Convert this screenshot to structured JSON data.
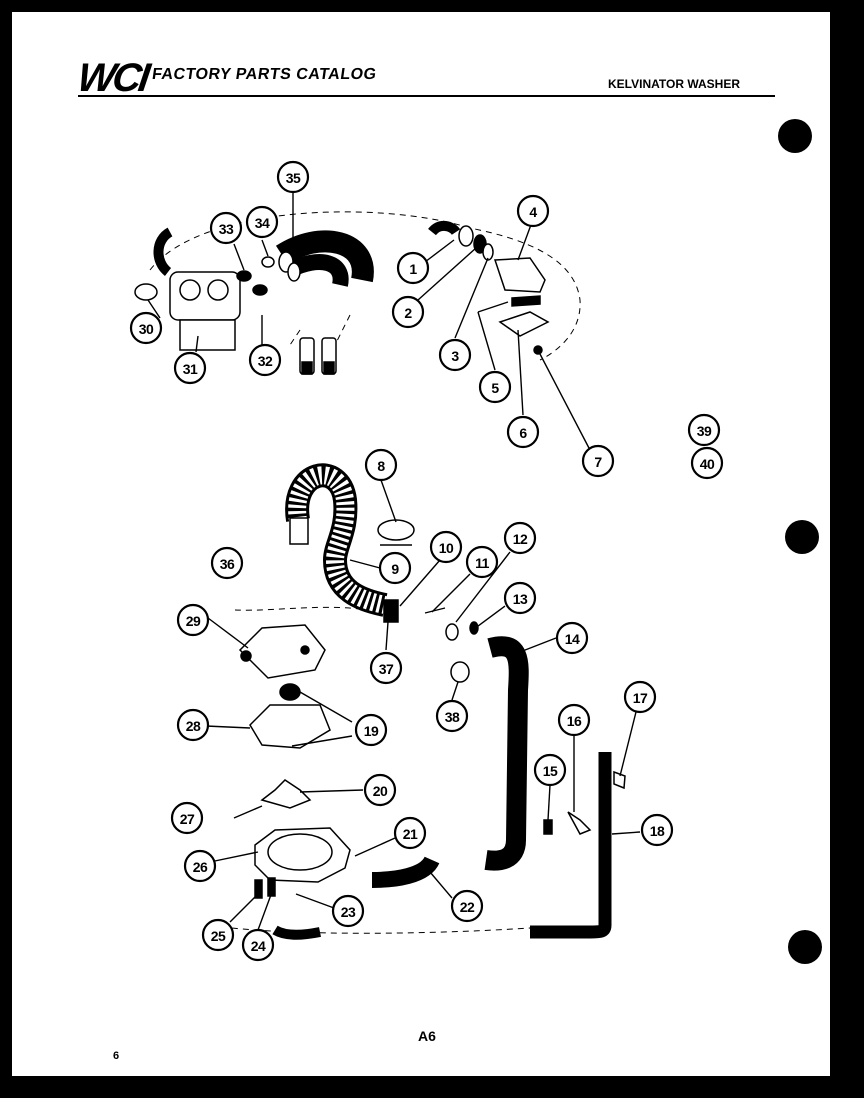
{
  "header": {
    "logo_text": "WCI",
    "catalog_title": "FACTORY PARTS CATALOG",
    "model_title": "KELVINATOR WASHER"
  },
  "footer": {
    "page_label": "A6",
    "sheet_number": "6"
  },
  "callouts": [
    "1",
    "2",
    "3",
    "4",
    "5",
    "6",
    "7",
    "8",
    "9",
    "10",
    "11",
    "12",
    "13",
    "14",
    "15",
    "16",
    "17",
    "18",
    "19",
    "20",
    "21",
    "22",
    "23",
    "24",
    "25",
    "26",
    "27",
    "28",
    "29",
    "30",
    "31",
    "32",
    "33",
    "34",
    "35",
    "36",
    "37",
    "38",
    "39",
    "40"
  ]
}
